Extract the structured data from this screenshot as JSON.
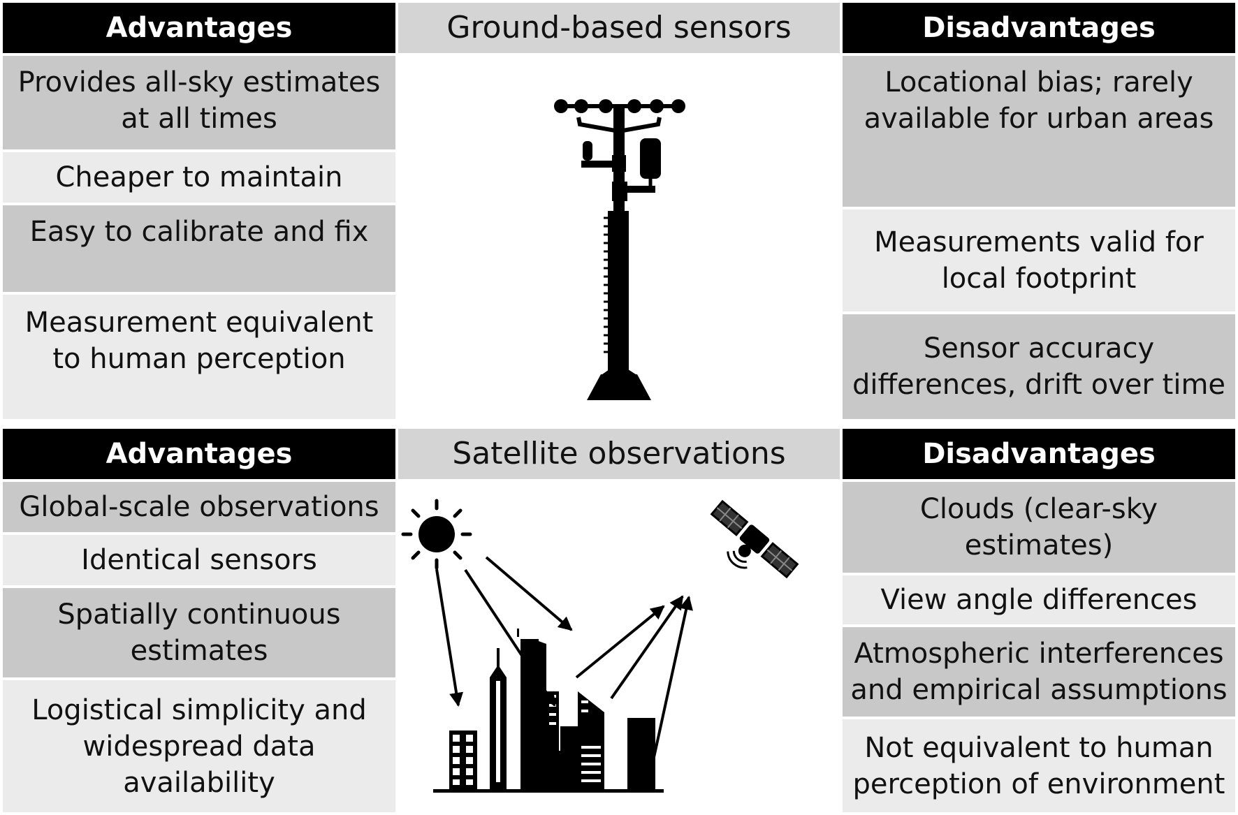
{
  "ground": {
    "title": "Ground-based sensors",
    "adv_header": "Advantages",
    "dis_header": "Disadvantages",
    "advantages": [
      "Provides all-sky estimates at all times",
      "Cheaper to maintain",
      "Easy to calibrate and fix",
      "Measurement equivalent to human perception"
    ],
    "disadvantages": [
      "Locational bias; rarely available for urban areas",
      "Measurements valid for local footprint",
      "Sensor accuracy differences, drift over time"
    ]
  },
  "satellite": {
    "title": "Satellite observations",
    "adv_header": "Advantages",
    "dis_header": "Disadvantages",
    "advantages": [
      "Global-scale observations",
      "Identical sensors",
      "Spatially continuous estimates",
      "Logistical simplicity and widespread data availability"
    ],
    "disadvantages": [
      "Clouds (clear-sky estimates)",
      "View angle differences",
      "Atmospheric interferences and empirical assumptions",
      "Not equivalent to human perception of environment"
    ]
  },
  "icons": {
    "ground_figure": "weather-station-mast-icon",
    "satellite_figure": [
      "sun-icon",
      "satellite-icon",
      "city-skyline-icon",
      "radiation-arrows"
    ]
  },
  "colors": {
    "header_bg": "#000000",
    "title_bg": "#d4d4d4",
    "cell_dark": "#c8c8c8",
    "cell_light": "#ebebeb"
  }
}
